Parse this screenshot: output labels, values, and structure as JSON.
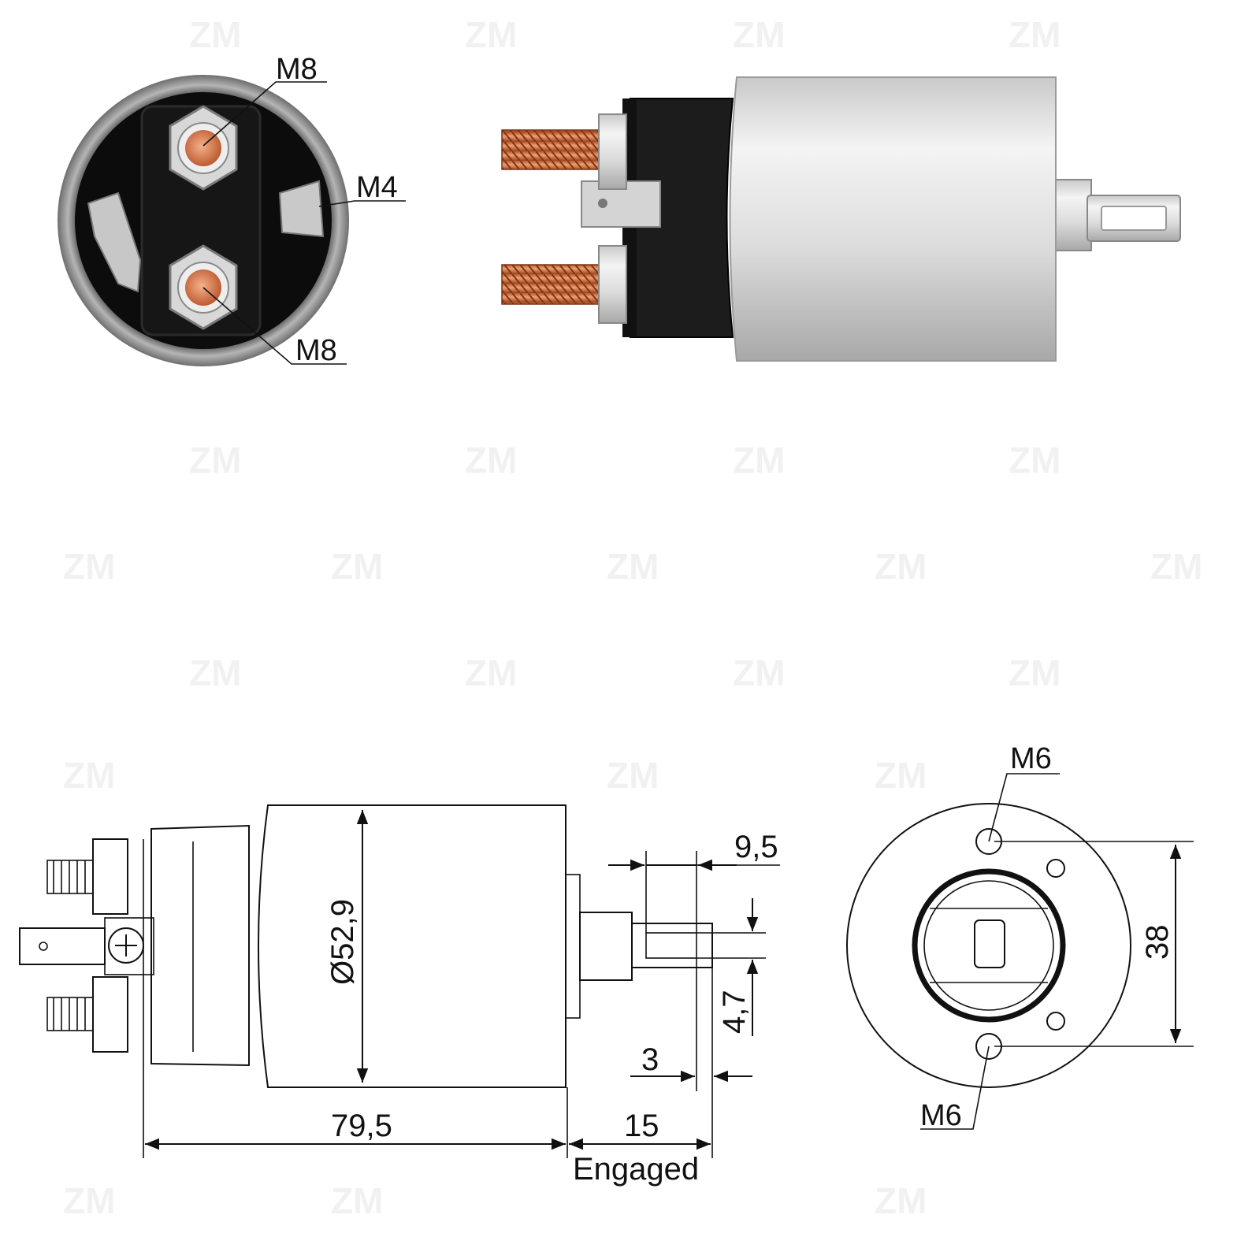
{
  "watermark": {
    "text": "ZM"
  },
  "photo_front": {
    "label_top_stud": "M8",
    "label_small_terminal": "M4",
    "label_bottom_stud": "M8"
  },
  "drawing_side": {
    "dim_diameter": "Ø52,9",
    "dim_total_length": "79,5",
    "dim_stroke": "15",
    "dim_stroke_note": "Engaged",
    "dim_slot_length": "9,5",
    "dim_slot_width": "4,7",
    "dim_slot_offset": "3"
  },
  "drawing_flange": {
    "label_top_thread": "M6",
    "label_bottom_thread": "M6",
    "dim_hole_spacing": "38"
  }
}
